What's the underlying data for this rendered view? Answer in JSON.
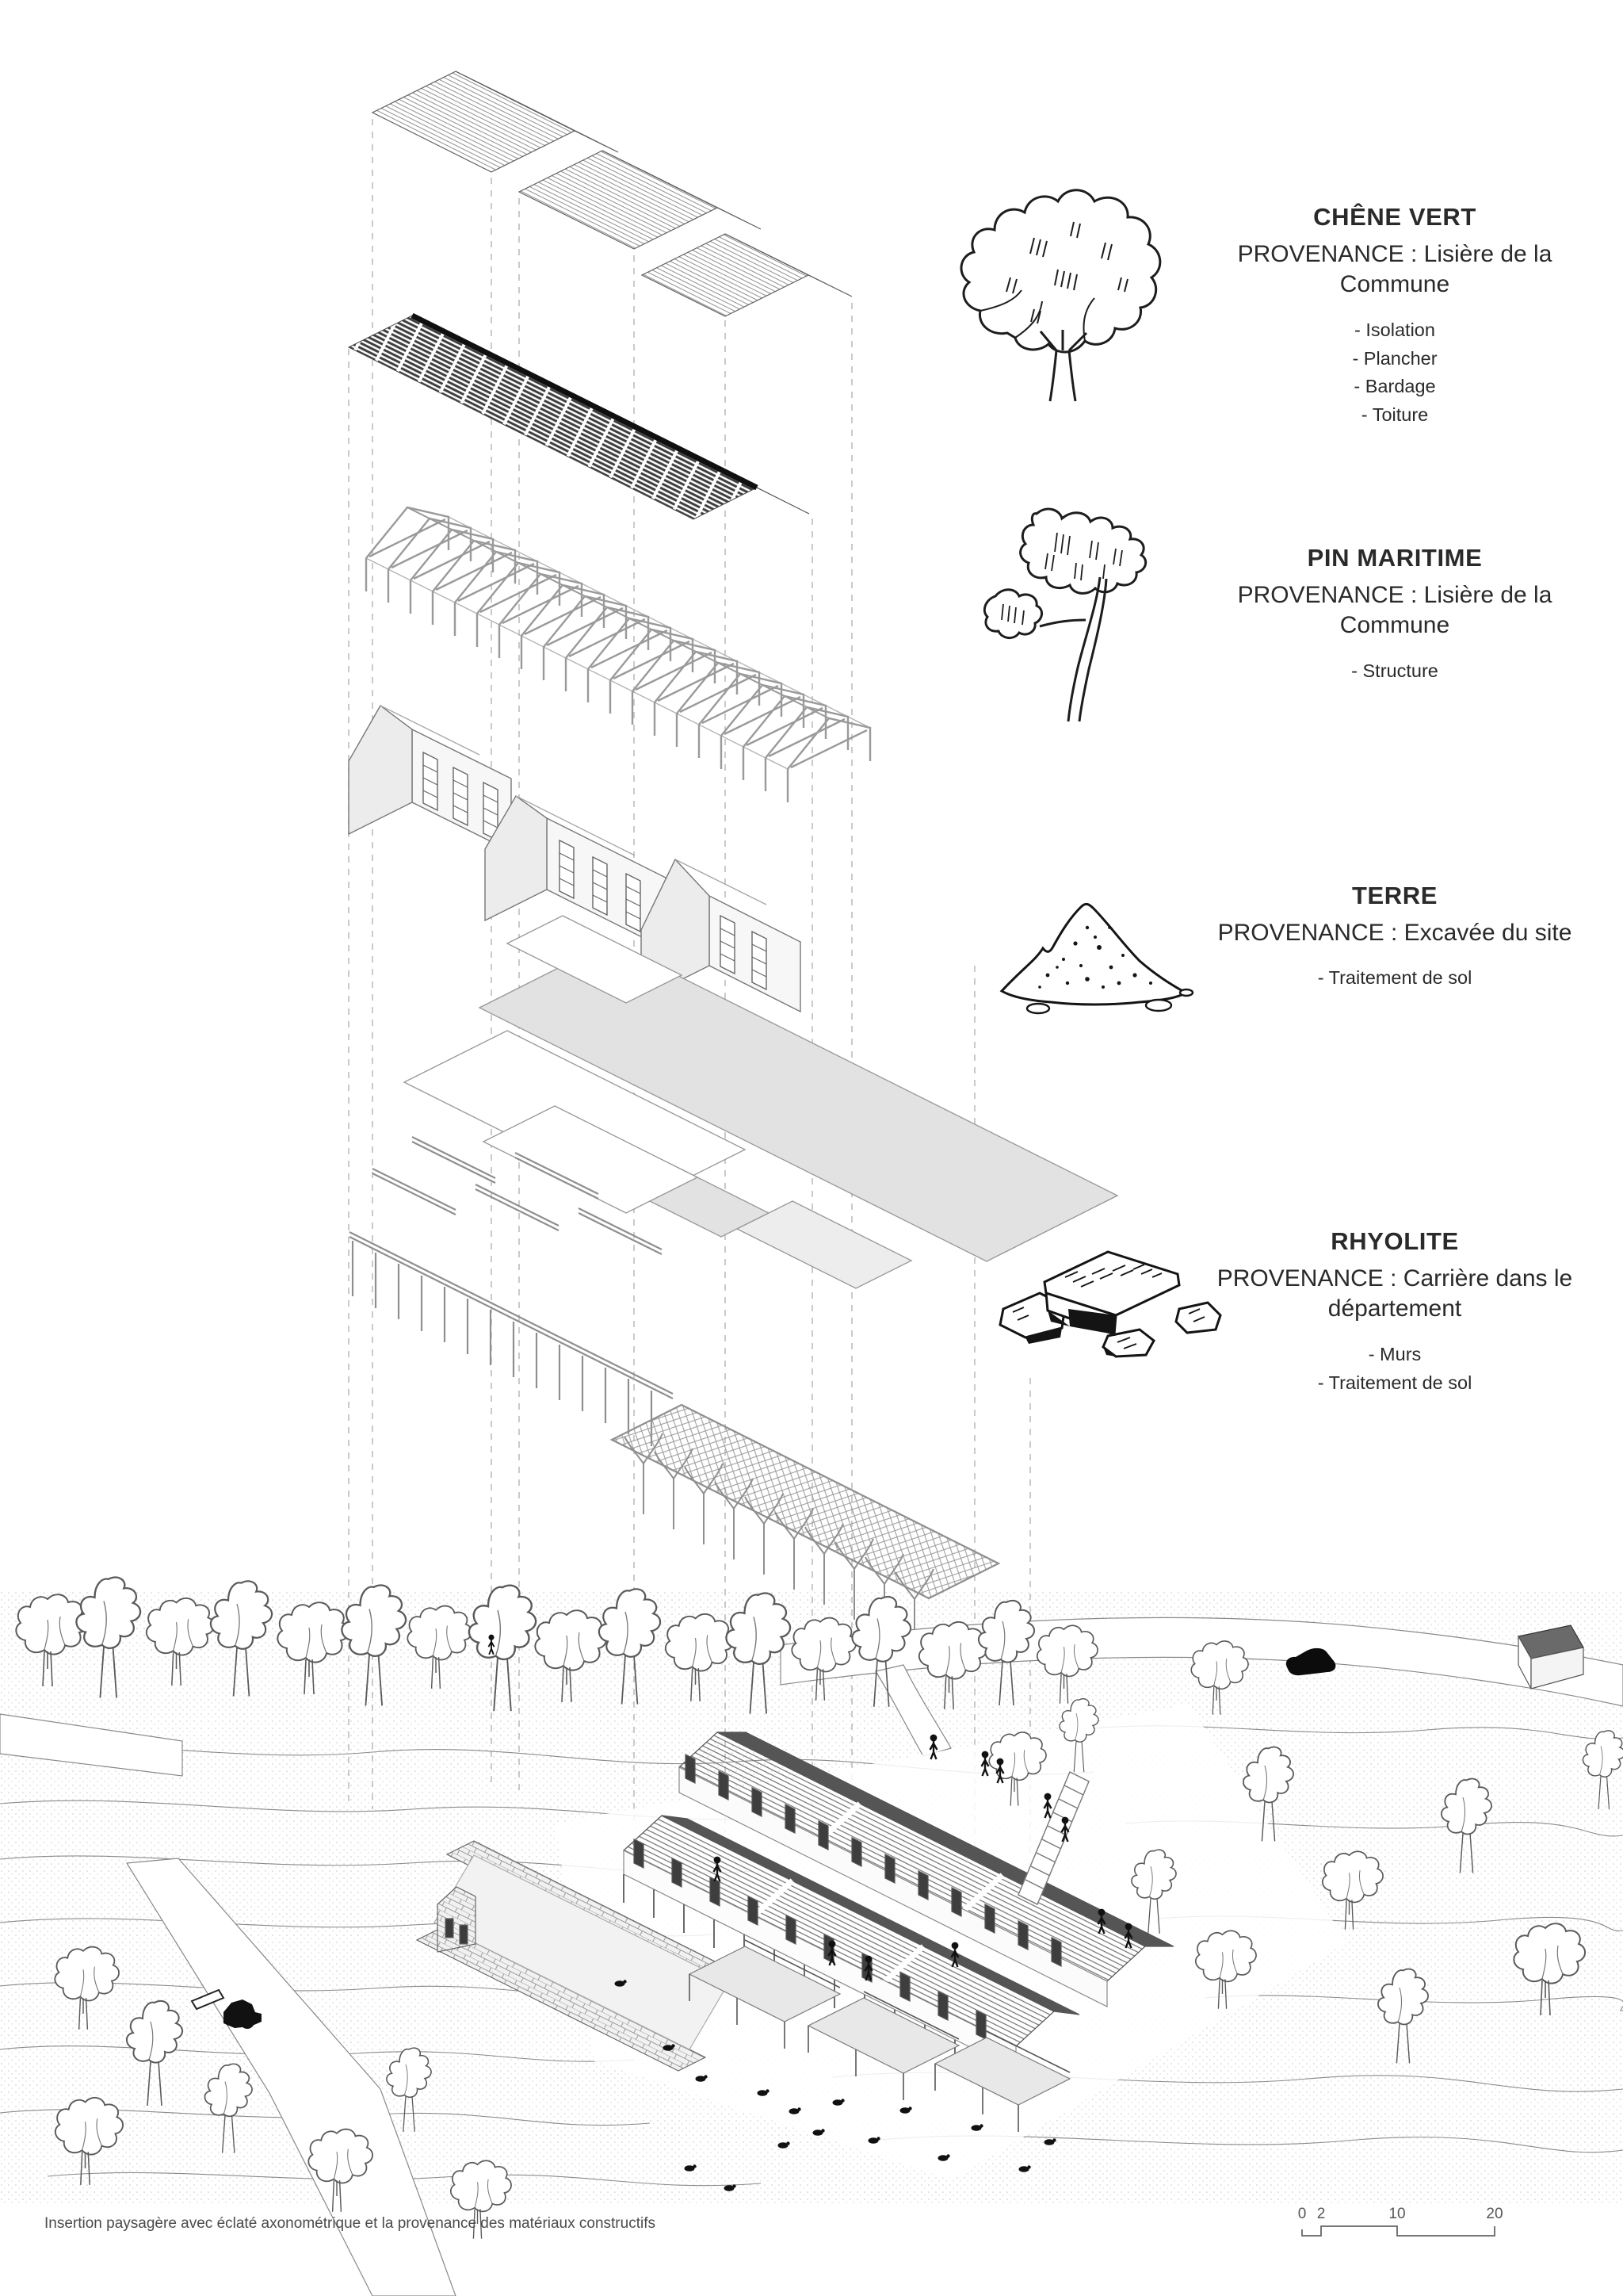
{
  "page": {
    "caption": "Insertion paysagère avec éclaté axonométrique et la provenance des matériaux constructifs",
    "ink": "#222222",
    "line_gray": "#8f8f8f",
    "background": "#ffffff"
  },
  "materials": [
    {
      "id": "chene-vert",
      "icon": "oak-tree-icon",
      "title": "CHÊNE VERT",
      "provenance": "PROVENANCE : Lisière de la Commune",
      "uses": [
        "- Isolation",
        "- Plancher",
        "- Bardage",
        "- Toiture"
      ]
    },
    {
      "id": "pin-maritime",
      "icon": "maritime-pine-icon",
      "title": "PIN MARITIME",
      "provenance": "PROVENANCE : Lisière de la Commune",
      "uses": [
        "- Structure"
      ]
    },
    {
      "id": "terre",
      "icon": "earth-mound-icon",
      "title": "TERRE",
      "provenance": "PROVENANCE : Excavée du site",
      "uses": [
        "- Traitement de sol"
      ]
    },
    {
      "id": "rhyolite",
      "icon": "rock-pile-icon",
      "title": "RHYOLITE",
      "provenance": "PROVENANCE : Carrière dans le département",
      "uses": [
        "- Murs",
        "- Traitement de sol"
      ]
    }
  ],
  "scale_bar": {
    "labels": [
      "0",
      "2",
      "10",
      "20"
    ]
  }
}
